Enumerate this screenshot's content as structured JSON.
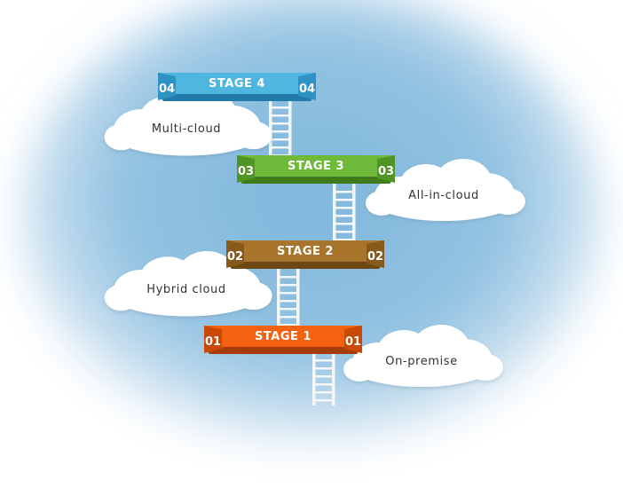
{
  "stages": [
    {
      "number": "01",
      "title": "STAGE 1",
      "label": "On-premise",
      "color": "#f2620f",
      "side": "#c94a06",
      "bottom": "#a53c04"
    },
    {
      "number": "02",
      "title": "STAGE 2",
      "label": "Hybrid cloud",
      "color": "#a9742b",
      "side": "#87591c",
      "bottom": "#6d4714"
    },
    {
      "number": "03",
      "title": "STAGE 3",
      "label": "All-in-cloud",
      "color": "#6fba3a",
      "side": "#4f9424",
      "bottom": "#3f7a1b"
    },
    {
      "number": "04",
      "title": "STAGE 4",
      "label": "Multi-cloud",
      "color": "#4fb6e0",
      "side": "#2f92c4",
      "bottom": "#2379a8"
    }
  ],
  "colors": {
    "sky": "#8fc0e0",
    "cloud": "#ffffff",
    "ladder": "#f4f6f7",
    "text": "#333333"
  }
}
